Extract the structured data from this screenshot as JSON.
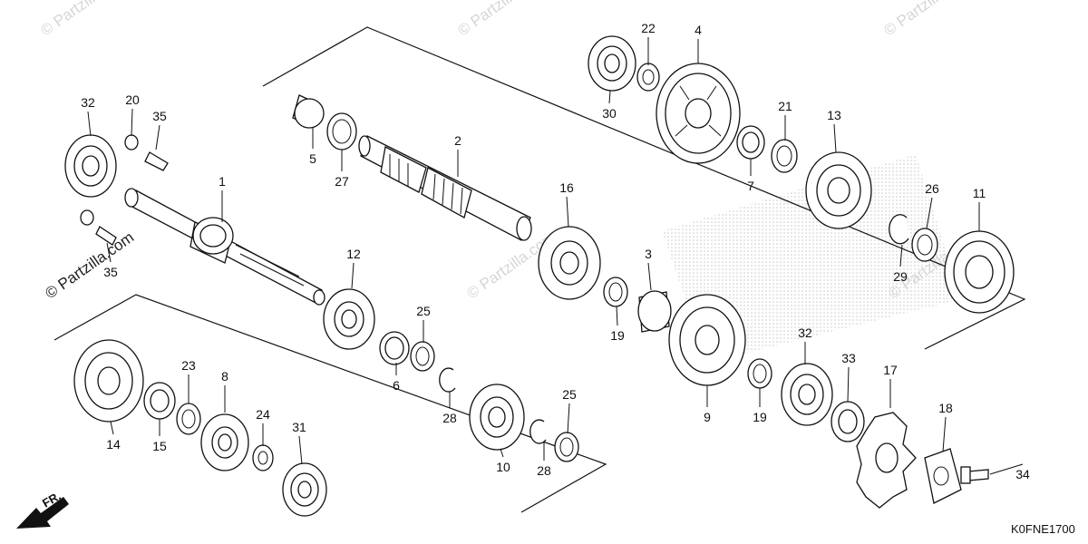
{
  "watermark": "© Partzilla.com",
  "diagram_code": "K0FNE1700",
  "front_indicator": "FR.",
  "part_labels": [
    "1",
    "2",
    "3",
    "4",
    "5",
    "6",
    "7",
    "8",
    "9",
    "10",
    "11",
    "12",
    "13",
    "14",
    "15",
    "16",
    "17",
    "18",
    "19",
    "19",
    "20",
    "21",
    "22",
    "23",
    "24",
    "25",
    "25",
    "26",
    "27",
    "28",
    "28",
    "29",
    "30",
    "31",
    "32",
    "32",
    "33",
    "34",
    "35",
    "35"
  ]
}
